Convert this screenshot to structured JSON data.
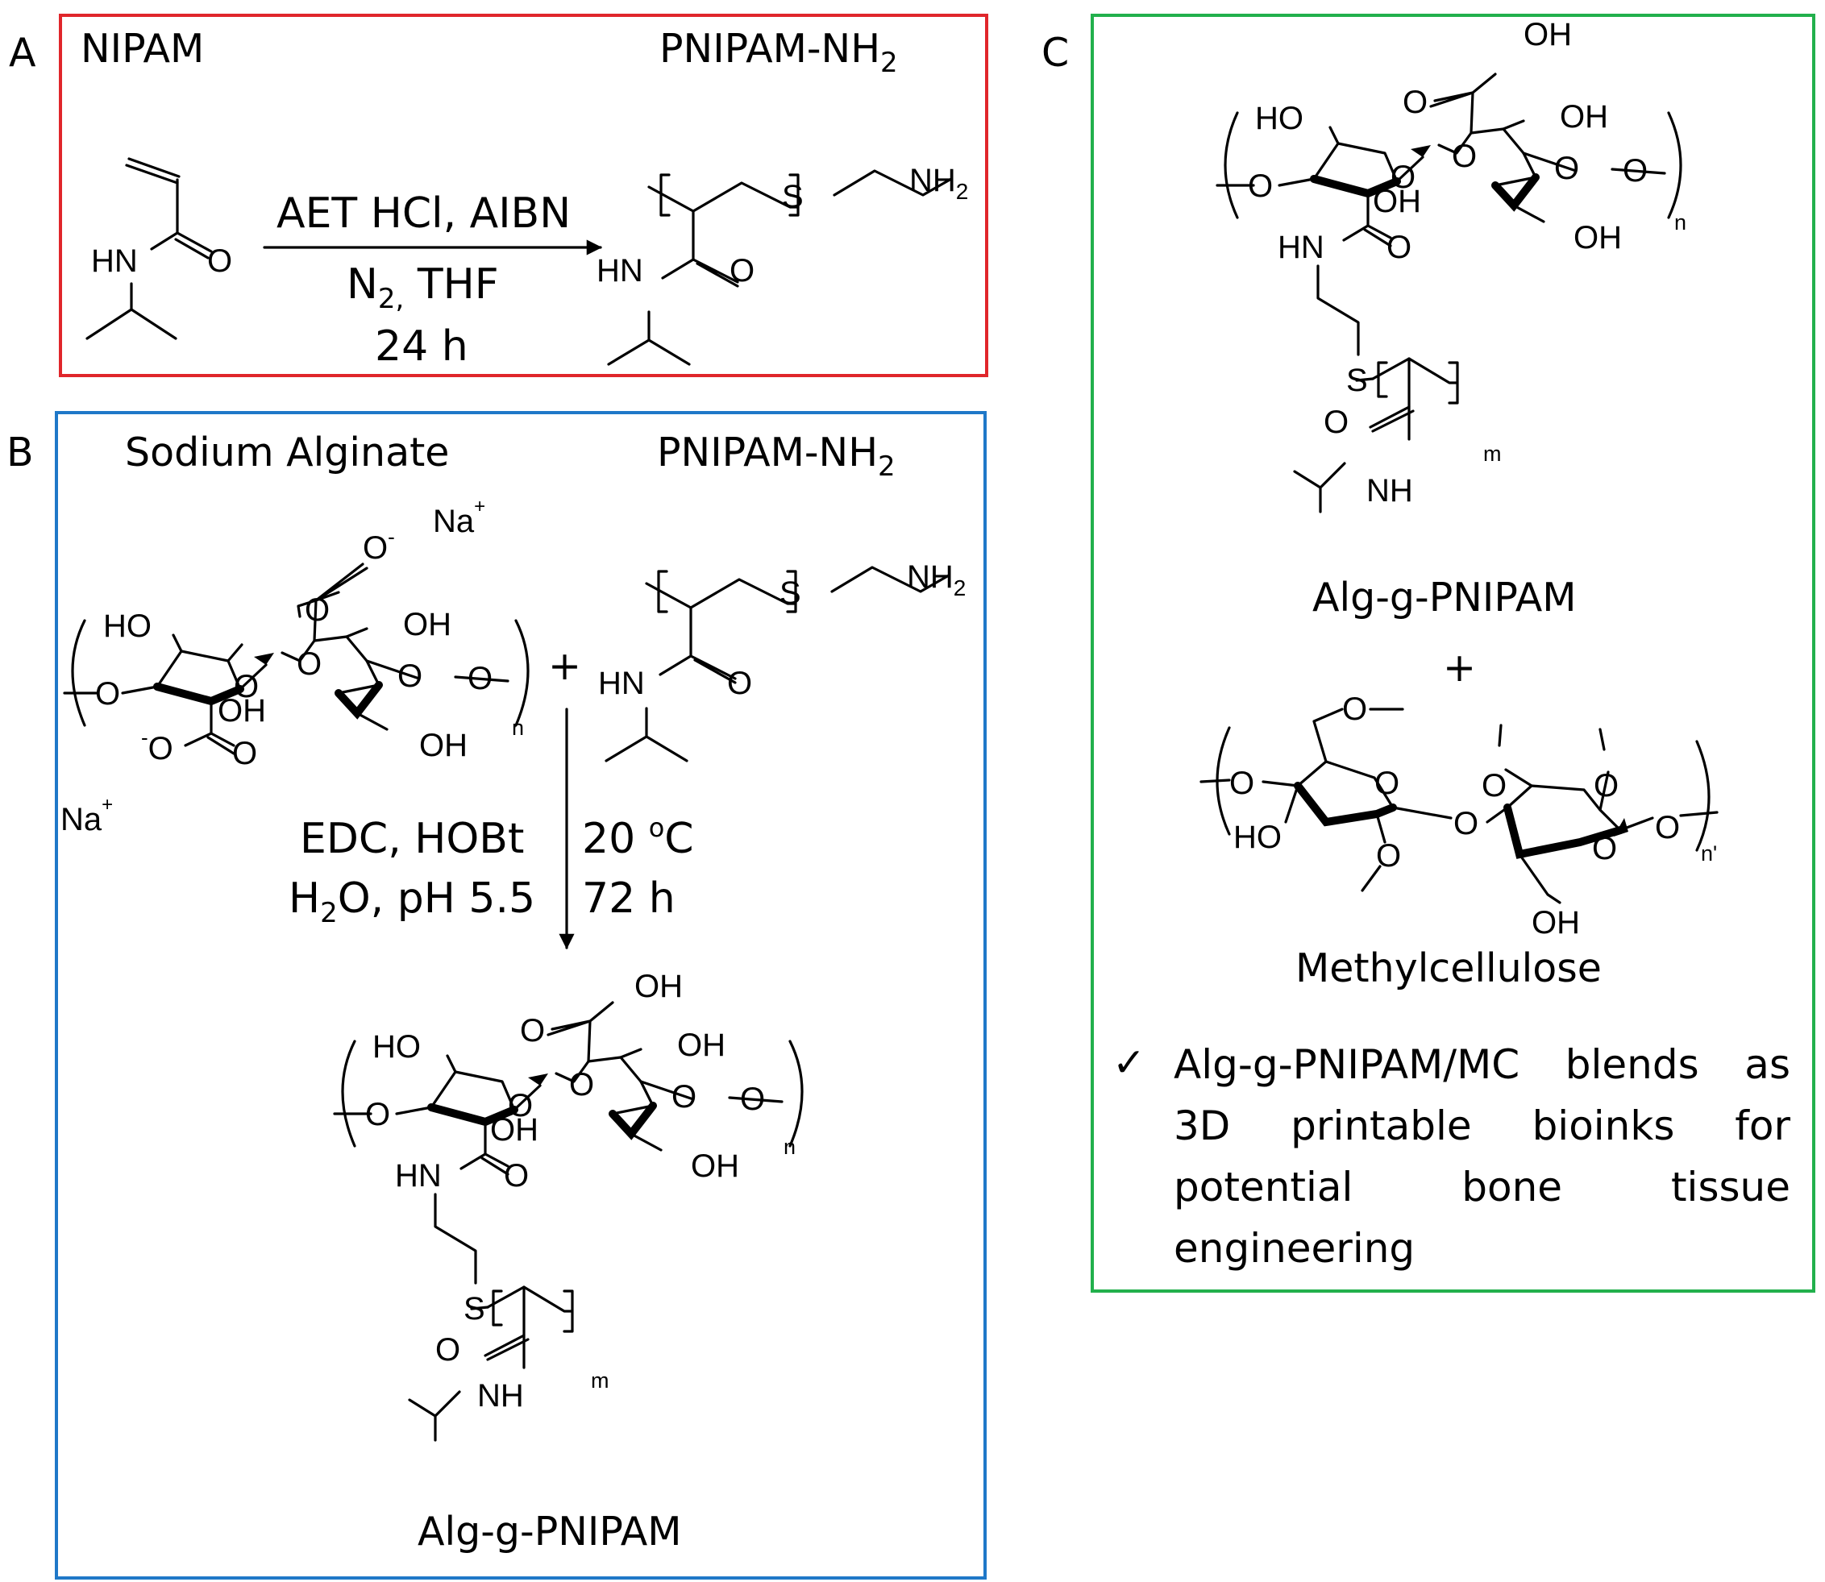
{
  "panels": {
    "a": {
      "letter": "A",
      "color": "#e0262b",
      "reactant": "NIPAM",
      "product": "PNIPAM-NH",
      "product_sub": "2",
      "cond1": "AET HCl, AIBN",
      "cond2_main": "N",
      "cond2_sub": "2,",
      "cond2_rest": " THF",
      "cond3": "24 h"
    },
    "b": {
      "letter": "B",
      "color": "#1f78c8",
      "reactant": "Sodium Alginate",
      "reagent": "PNIPAM-NH",
      "reagent_sub": "2",
      "plus": "+",
      "cond_left1": "EDC, HOBt",
      "cond_left2_a": "H",
      "cond_left2_sub": "2",
      "cond_left2_b": "O, pH 5.5",
      "cond_right1_a": "20 ",
      "cond_right1_sup": "o",
      "cond_right1_b": "C",
      "cond_right2": "72 h",
      "product": "Alg-g-PNIPAM"
    },
    "c": {
      "letter": "C",
      "color": "#22b04c",
      "component1": "Alg-g-PNIPAM",
      "plus": "+",
      "component2": "Methylcellulose",
      "check": "✓",
      "bullet_lines": [
        "Alg-g-PNIPAM/MC blends as",
        "3D printable bioinks for",
        "potential bone tissue",
        "engineering"
      ]
    }
  },
  "atoms": {
    "nh2": "NH",
    "two": "2",
    "s": "S",
    "hn": "HN",
    "nh": "NH",
    "o": "O",
    "ho": "HO",
    "oh": "OH",
    "ominus": "O",
    "minus": "-",
    "na": "Na",
    "plus_charge": "+",
    "n": "n",
    "m": "m",
    "nprime": "n'"
  }
}
